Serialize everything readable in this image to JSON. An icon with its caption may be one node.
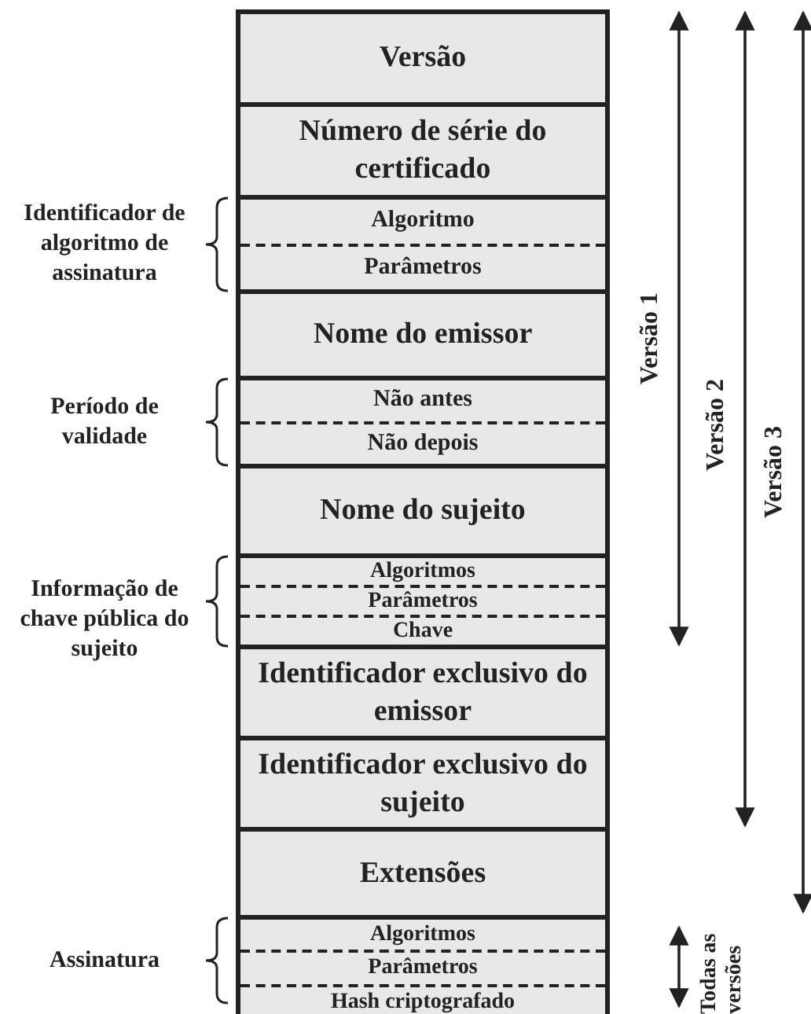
{
  "diagram": {
    "nodes": [
      {
        "text": [
          "Versão"
        ]
      },
      {
        "text": [
          "Número de série do certificado"
        ]
      },
      {
        "text": [
          "Algoritmo",
          "Parâmetros"
        ],
        "beside": [
          "Identificador de algoritmo de assinatura"
        ]
      },
      {
        "text": [
          "Nome do emissor"
        ]
      },
      {
        "text": [
          "Não antes",
          "Não depois"
        ],
        "beside": [
          "Período de validade"
        ]
      },
      {
        "text": [
          "Nome do sujeito"
        ]
      },
      {
        "text": [
          "Algoritmos",
          "Parâmetros",
          "Chave"
        ],
        "beside": [
          "Informação de chave pública do sujeito"
        ]
      },
      {
        "text": [
          "Identificador exclusivo do emissor"
        ]
      },
      {
        "text": [
          "Identificador exclusivo do sujeito"
        ]
      },
      {
        "text": [
          "Extensões"
        ]
      },
      {
        "text": [
          "Algoritmos",
          "Parâmetros",
          "Hash criptografado"
        ],
        "beside": [
          "Assinatura"
        ]
      }
    ],
    "labels": [
      "Versão 1",
      "Versão 2",
      "Versão 3",
      "Todas as versões"
    ]
  }
}
